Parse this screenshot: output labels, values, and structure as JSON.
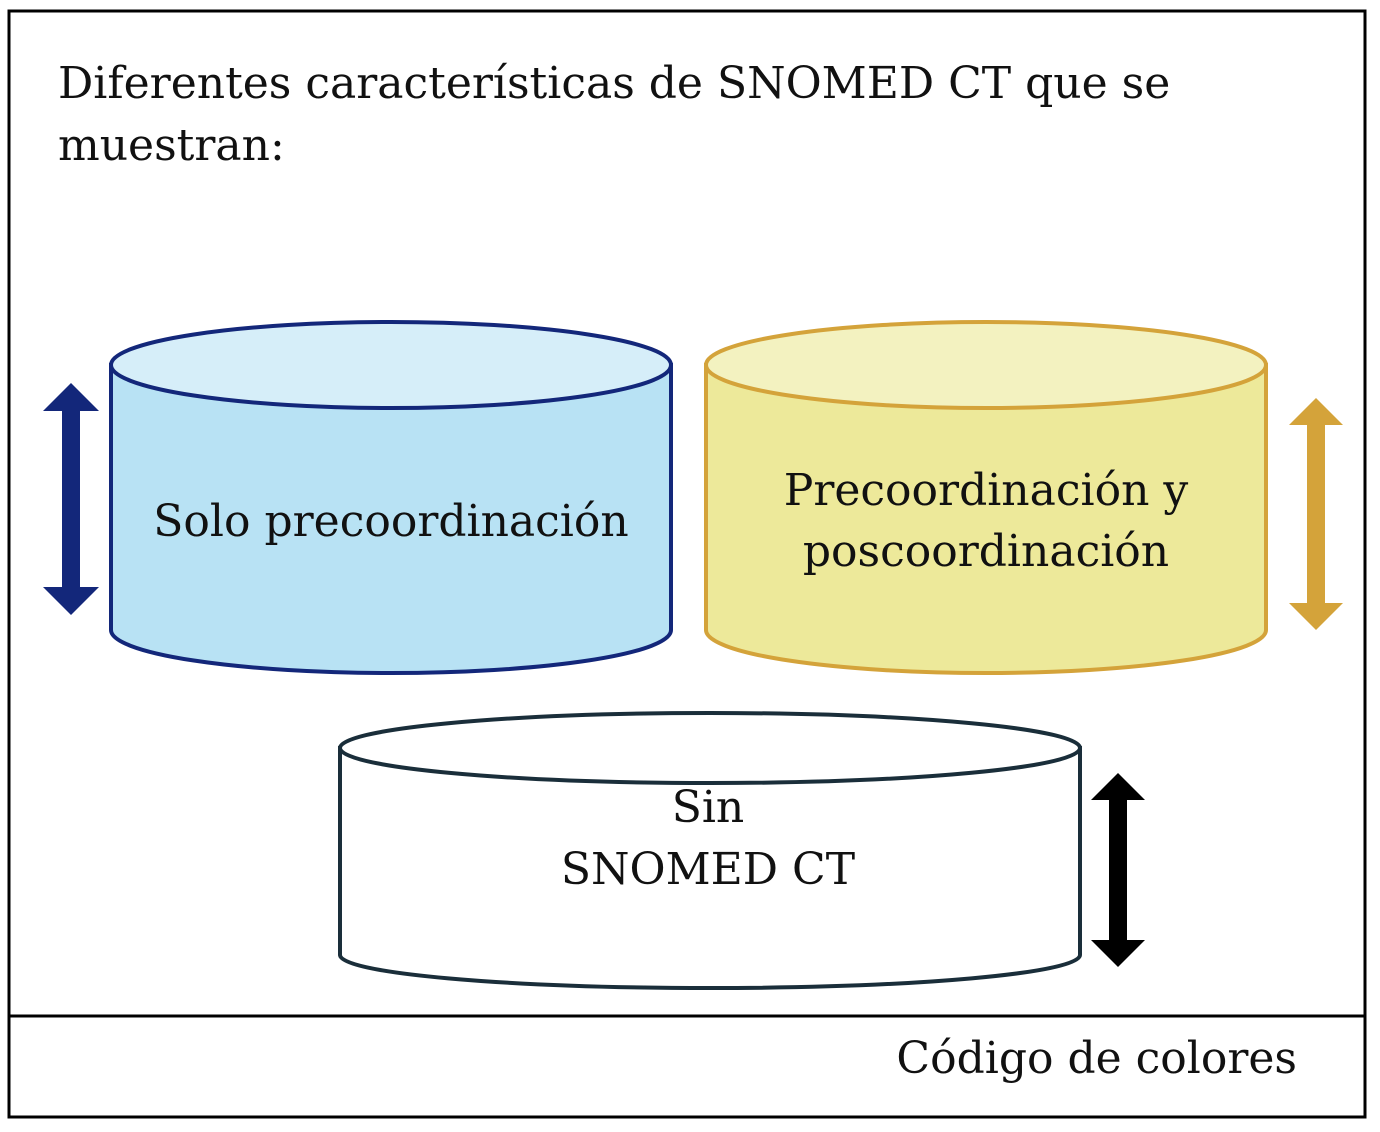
{
  "title_line1": "Diferentes características de SNOMED CT que se",
  "title_line2": "muestran:",
  "cylinders": [
    {
      "label_lines": [
        "Solo precoordinación"
      ],
      "fill": "#b8e2f4",
      "top_fill": "#d6eef9",
      "stroke": "#13277a"
    },
    {
      "label_lines": [
        "Precoordinación y",
        "poscoordinación"
      ],
      "fill": "#ede99a",
      "top_fill": "#f3f2c0",
      "stroke": "#d4a33a"
    },
    {
      "label_lines": [
        "Sin",
        "SNOMED CT"
      ],
      "fill": "#ffffff",
      "top_fill": "#ffffff",
      "stroke": "#1a2e3a"
    }
  ],
  "arrows": [
    {
      "icon": "double-arrow-vertical",
      "color": "#13277a"
    },
    {
      "icon": "double-arrow-vertical",
      "color": "#d4a33a"
    },
    {
      "icon": "double-arrow-vertical",
      "color": "#000000"
    }
  ],
  "footer": "Código de colores"
}
